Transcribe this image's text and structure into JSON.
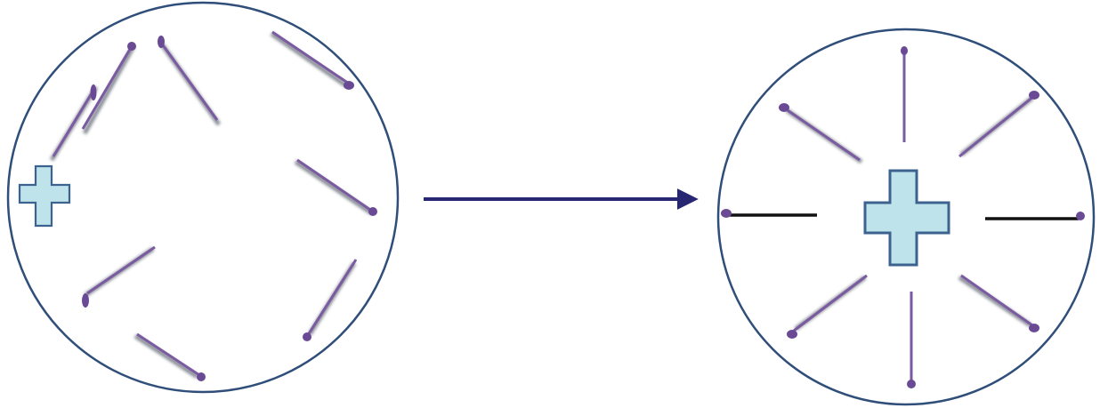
{
  "colors": {
    "circle_stroke": "#2f4e79",
    "rod": "#7a5aa0",
    "rod_shadow": "#8a8f98",
    "rod_head": "#6a4a94",
    "cross_fill": "#bfe3ea",
    "cross_stroke": "#3c638f",
    "arrow": "#262672",
    "black_rod": "#111111"
  },
  "panels": [
    {
      "name": "disordered-cell",
      "state": "before"
    },
    {
      "name": "ordered-cell",
      "state": "after"
    }
  ]
}
